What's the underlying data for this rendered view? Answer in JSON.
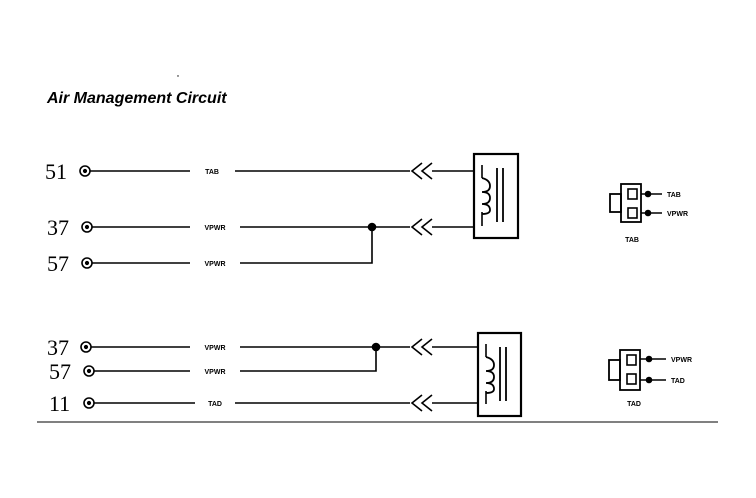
{
  "title": "Air Management Circuit",
  "circuit_1": {
    "pins": [
      "51",
      "37",
      "57"
    ],
    "wires": [
      "TAB",
      "VPWR",
      "VPWR"
    ],
    "connector": {
      "labels": [
        "TAB",
        "VPWR"
      ],
      "name": "TAB"
    }
  },
  "circuit_2": {
    "pins": [
      "37",
      "57",
      "11"
    ],
    "wires": [
      "VPWR",
      "VPWR",
      "TAD"
    ],
    "connector": {
      "labels": [
        "VPWR",
        "TAD"
      ],
      "name": "TAD"
    }
  }
}
